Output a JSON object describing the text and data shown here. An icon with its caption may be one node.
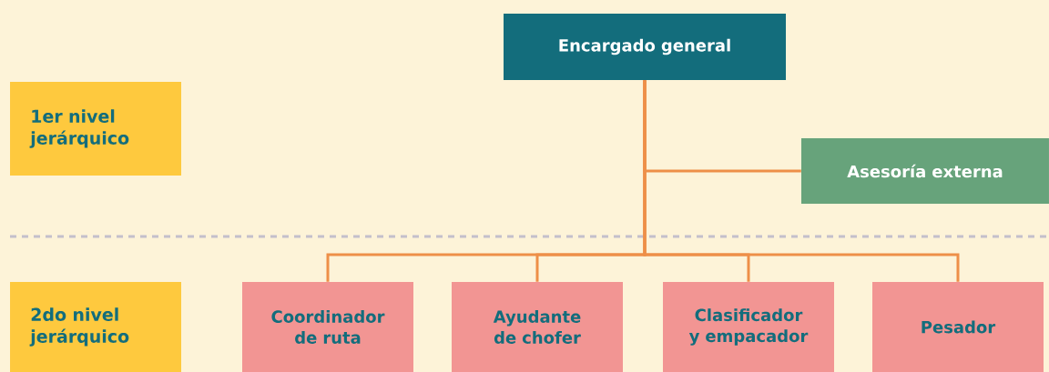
{
  "diagram": {
    "nodes": [
      {
        "text": [
          "Encargado general"
        ]
      },
      {
        "text": [
          "1er nivel jerárquico"
        ]
      },
      {
        "text": [
          "Asesoría externa"
        ]
      },
      {
        "text": [
          "2do nivel jerárquico"
        ]
      },
      {
        "text": [
          "Coordinador de ruta"
        ]
      },
      {
        "text": [
          "Ayudante de chofer"
        ]
      },
      {
        "text": [
          "Clasificador y empacador"
        ]
      },
      {
        "text": [
          "Pesador"
        ]
      }
    ],
    "edges": [
      {
        "from": 0,
        "to": 2,
        "arrow": "none"
      },
      {
        "from": 0,
        "to": 4,
        "arrow": "none"
      },
      {
        "from": 0,
        "to": 5,
        "arrow": "none"
      },
      {
        "from": 0,
        "to": 6,
        "arrow": "none"
      },
      {
        "from": 0,
        "to": 7,
        "arrow": "none"
      }
    ]
  }
}
